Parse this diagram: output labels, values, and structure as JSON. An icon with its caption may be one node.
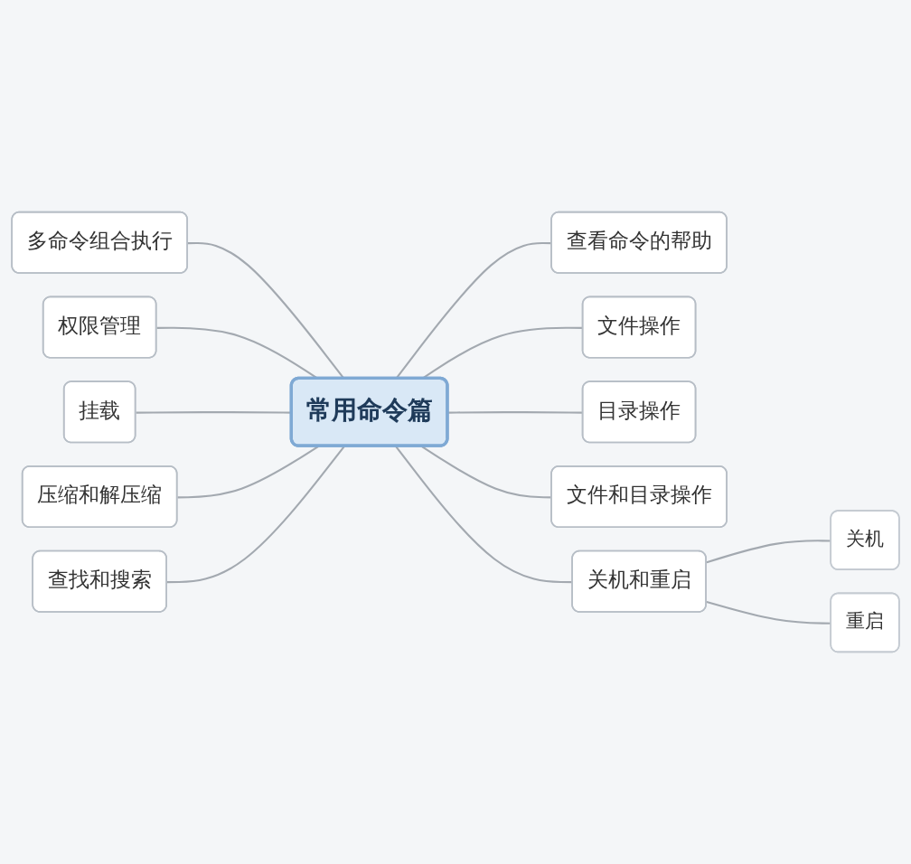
{
  "diagram": {
    "nodes": [
      {
        "text": [
          "常用命令篇"
        ]
      },
      {
        "text": [
          "查看命令的帮助"
        ]
      },
      {
        "text": [
          "文件操作"
        ]
      },
      {
        "text": [
          "目录操作"
        ]
      },
      {
        "text": [
          "文件和目录操作"
        ]
      },
      {
        "text": [
          "关机和重启"
        ]
      },
      {
        "text": [
          "关机"
        ]
      },
      {
        "text": [
          "重启"
        ]
      },
      {
        "text": [
          "多命令组合执行"
        ]
      },
      {
        "text": [
          "权限管理"
        ]
      },
      {
        "text": [
          "挂载"
        ]
      },
      {
        "text": [
          "压缩和解压缩"
        ]
      },
      {
        "text": [
          "查找和搜索"
        ]
      }
    ],
    "edges": [
      {
        "from": 0,
        "to": 1,
        "arrow": "none"
      },
      {
        "from": 0,
        "to": 2,
        "arrow": "none"
      },
      {
        "from": 0,
        "to": 3,
        "arrow": "none"
      },
      {
        "from": 0,
        "to": 4,
        "arrow": "none"
      },
      {
        "from": 0,
        "to": 5,
        "arrow": "none"
      },
      {
        "from": 5,
        "to": 6,
        "arrow": "none"
      },
      {
        "from": 5,
        "to": 7,
        "arrow": "none"
      },
      {
        "from": 0,
        "to": 8,
        "arrow": "none"
      },
      {
        "from": 0,
        "to": 9,
        "arrow": "none"
      },
      {
        "from": 0,
        "to": 10,
        "arrow": "none"
      },
      {
        "from": 0,
        "to": 11,
        "arrow": "none"
      },
      {
        "from": 0,
        "to": 12,
        "arrow": "none"
      }
    ]
  }
}
